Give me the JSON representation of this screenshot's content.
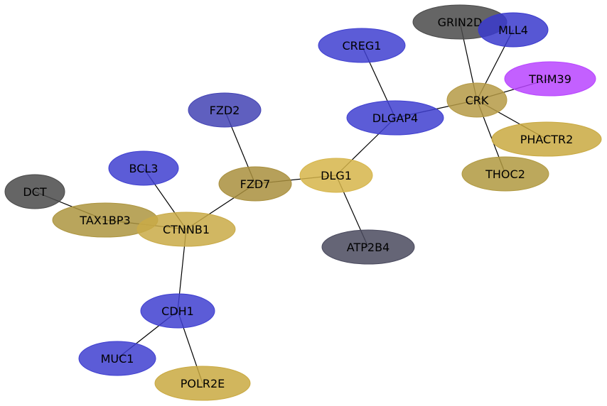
{
  "nodes": [
    {
      "id": "GRIN2D",
      "label": "GRIN2D",
      "color": "#4a4a4a"
    },
    {
      "id": "MLL4",
      "label": "MLL4",
      "color": "#3a3acd"
    },
    {
      "id": "CREG1",
      "label": "CREG1",
      "color": "#3f3fd0"
    },
    {
      "id": "TRIM39",
      "label": "TRIM39",
      "color": "#b844ff"
    },
    {
      "id": "CRK",
      "label": "CRK",
      "color": "#b59a45"
    },
    {
      "id": "DLGAP4",
      "label": "DLGAP4",
      "color": "#3f3fd0"
    },
    {
      "id": "PHACTR2",
      "label": "PHACTR2",
      "color": "#c9a941"
    },
    {
      "id": "FZD2",
      "label": "FZD2",
      "color": "#4343b4"
    },
    {
      "id": "THOC2",
      "label": "THOC2",
      "color": "#b09940"
    },
    {
      "id": "BCL3",
      "label": "BCL3",
      "color": "#3f3fd0"
    },
    {
      "id": "FZD7",
      "label": "FZD7",
      "color": "#a98f3d"
    },
    {
      "id": "DLG1",
      "label": "DLG1",
      "color": "#d6b54a"
    },
    {
      "id": "DCT",
      "label": "DCT",
      "color": "#4a4a4a"
    },
    {
      "id": "TAX1BP3",
      "label": "TAX1BP3",
      "color": "#ad953f"
    },
    {
      "id": "CTNNB1",
      "label": "CTNNB1",
      "color": "#c9aa47"
    },
    {
      "id": "ATP2B4",
      "label": "ATP2B4",
      "color": "#4a4a5e"
    },
    {
      "id": "CDH1",
      "label": "CDH1",
      "color": "#3f3fd0"
    },
    {
      "id": "MUC1",
      "label": "MUC1",
      "color": "#3f3fd0"
    },
    {
      "id": "POLR2E",
      "label": "POLR2E",
      "color": "#c9a941"
    }
  ],
  "edges": [
    [
      "GRIN2D",
      "CRK"
    ],
    [
      "MLL4",
      "CRK"
    ],
    [
      "TRIM39",
      "CRK"
    ],
    [
      "CRK",
      "DLGAP4"
    ],
    [
      "CRK",
      "PHACTR2"
    ],
    [
      "CRK",
      "THOC2"
    ],
    [
      "CREG1",
      "DLGAP4"
    ],
    [
      "DLGAP4",
      "DLG1"
    ],
    [
      "DLG1",
      "FZD7"
    ],
    [
      "DLG1",
      "ATP2B4"
    ],
    [
      "FZD2",
      "FZD7"
    ],
    [
      "FZD7",
      "CTNNB1"
    ],
    [
      "BCL3",
      "CTNNB1"
    ],
    [
      "DCT",
      "TAX1BP3"
    ],
    [
      "TAX1BP3",
      "CTNNB1"
    ],
    [
      "CTNNB1",
      "CDH1"
    ],
    [
      "CDH1",
      "MUC1"
    ],
    [
      "CDH1",
      "POLR2E"
    ]
  ]
}
